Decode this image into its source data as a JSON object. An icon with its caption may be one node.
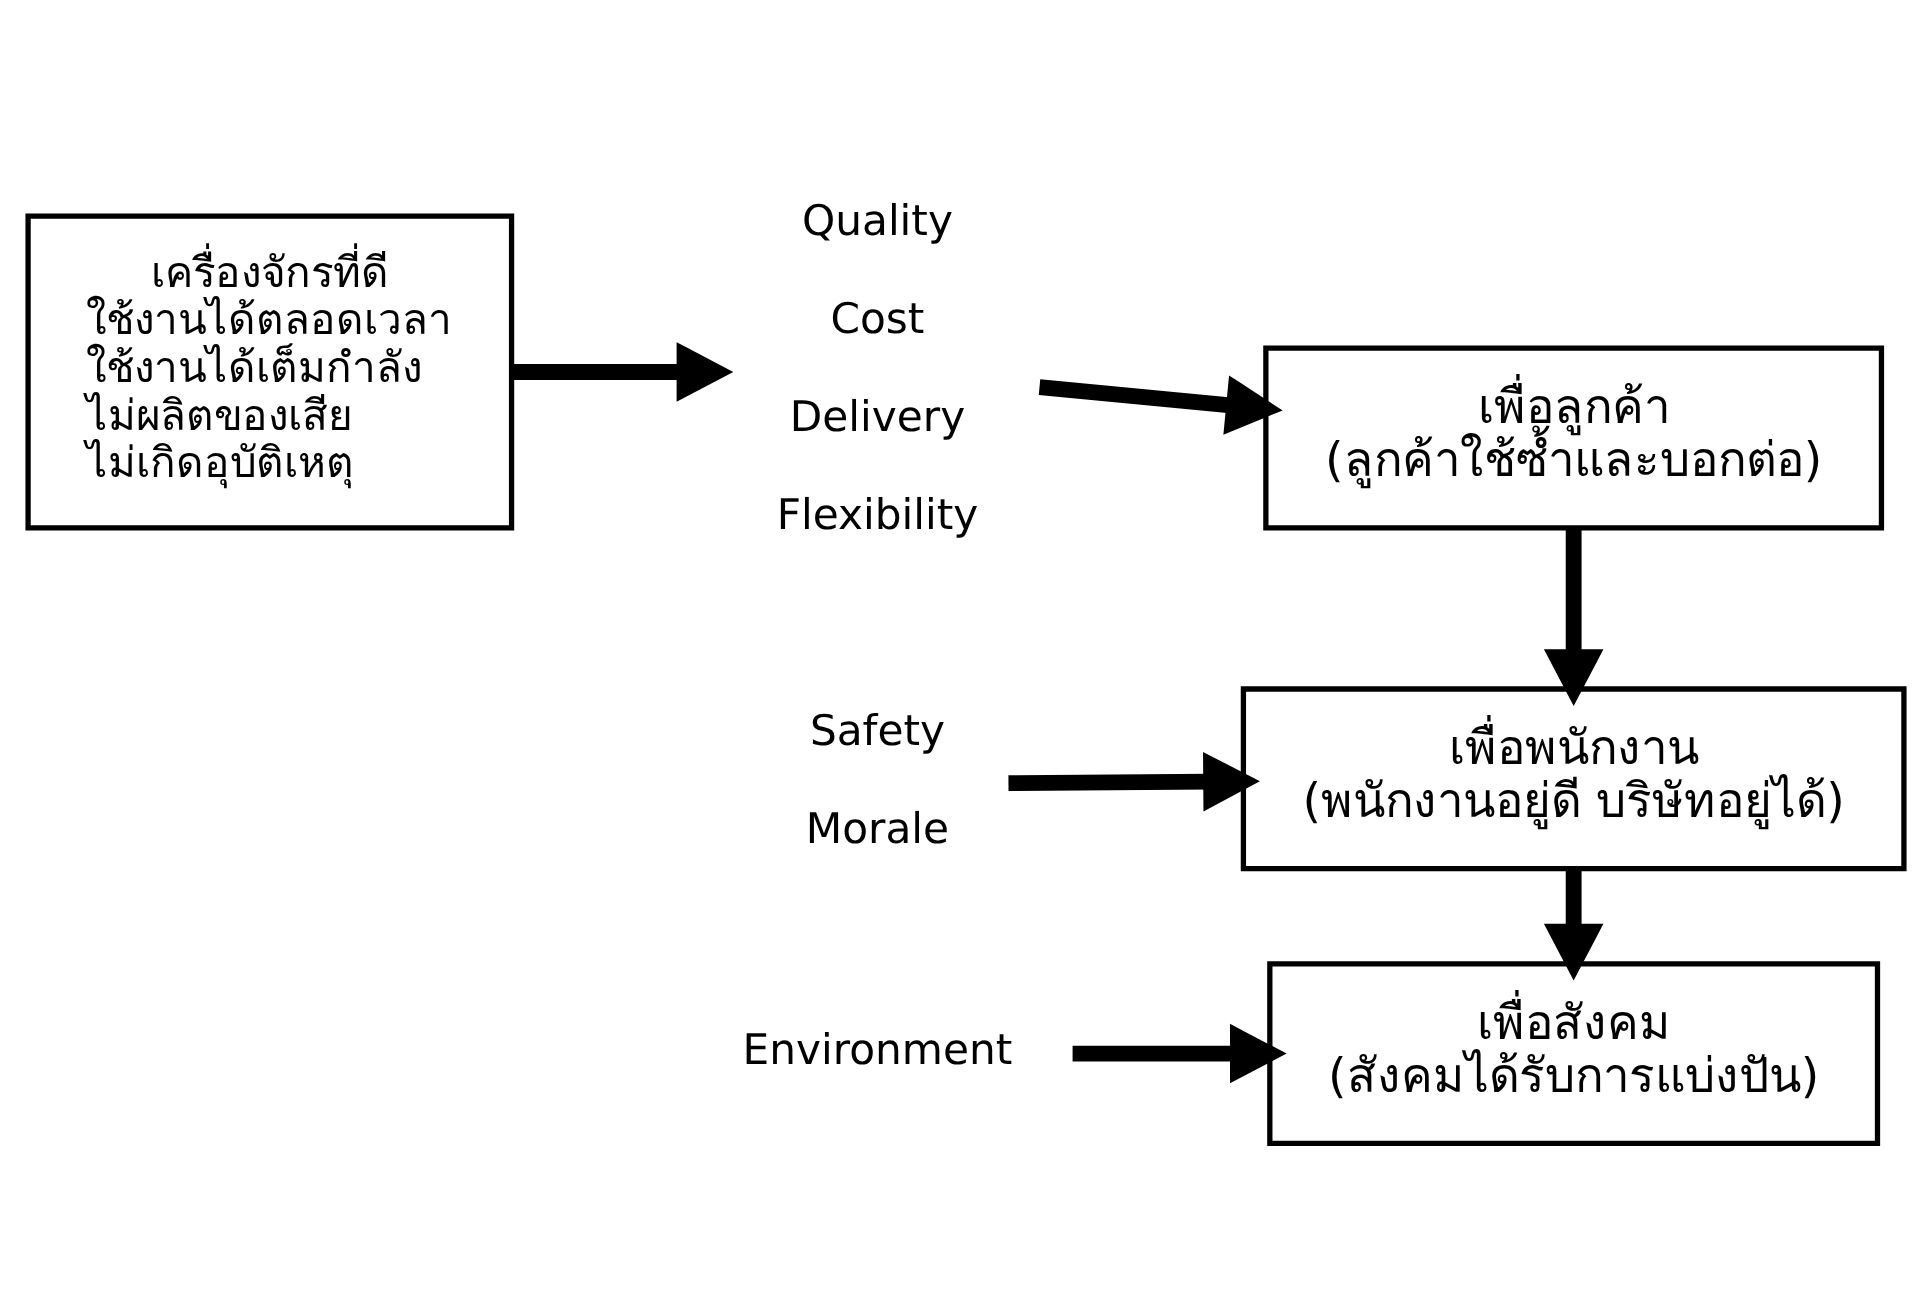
{
  "diagram": {
    "nodes": [
      {
        "text": [
          "เครื่องจักรที่ดี",
          "ใช้งานได้ตลอดเวลา",
          "ใช้งานได้เต็มกำลัง",
          "ไม่ผลิตของเสีย",
          "ไม่เกิดอุบัติเหตุ"
        ]
      },
      {
        "text": [
          "Quality",
          "Cost",
          "Delivery",
          "Flexibility"
        ]
      },
      {
        "text": [
          "เพื่อลูกค้า",
          "(ลูกค้าใช้ซ้ำและบอกต่อ)"
        ]
      },
      {
        "text": [
          "Safety",
          "Morale"
        ]
      },
      {
        "text": [
          "เพื่อพนักงาน",
          "(พนักงานอยู่ดี บริษัทอยู่ได้)"
        ]
      },
      {
        "text": [
          "Environment"
        ]
      },
      {
        "text": [
          "เพื่อสังคม",
          "(สังคมได้รับการแบ่งปัน)"
        ]
      }
    ],
    "edges": [
      {
        "from": 0,
        "to": 1,
        "arrow": "to"
      },
      {
        "from": 1,
        "to": 2,
        "arrow": "to"
      },
      {
        "from": 2,
        "to": 4,
        "arrow": "to"
      },
      {
        "from": 3,
        "to": 4,
        "arrow": "to"
      },
      {
        "from": 4,
        "to": 6,
        "arrow": "to"
      },
      {
        "from": 5,
        "to": 6,
        "arrow": "to"
      }
    ]
  }
}
